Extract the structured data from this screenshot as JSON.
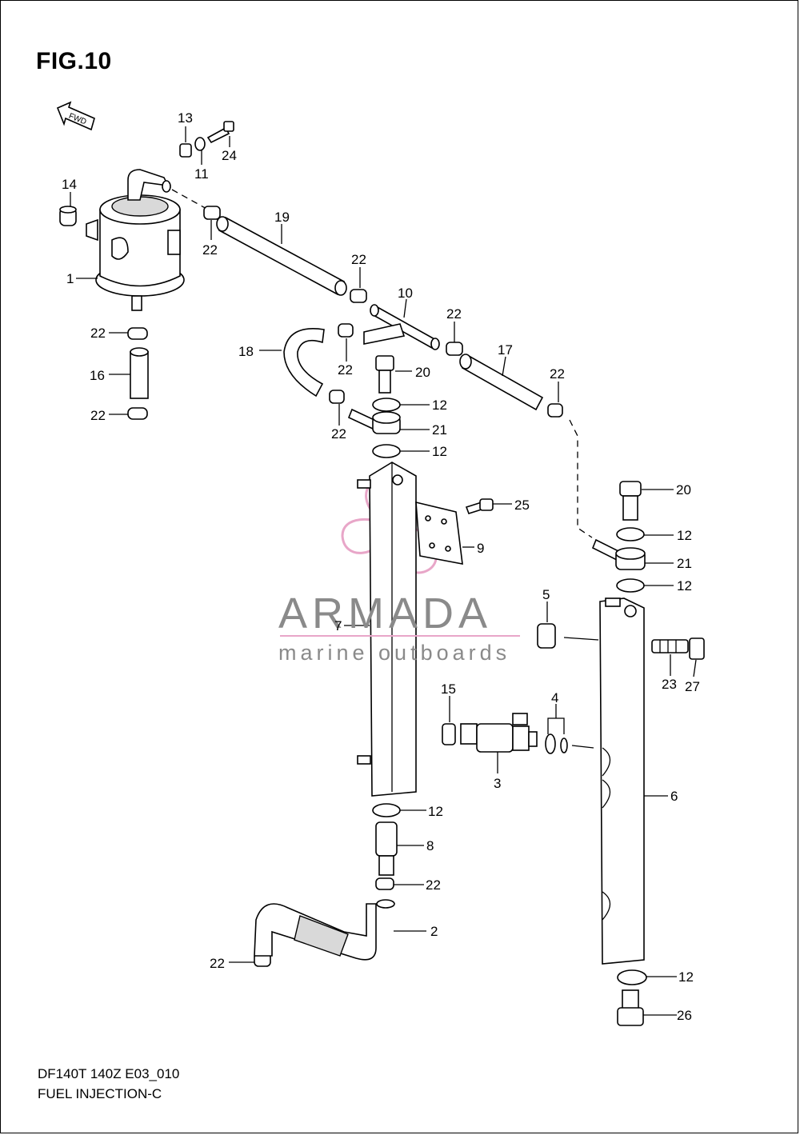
{
  "figure": {
    "title": "FIG.10",
    "model_code": "DF140T 140Z E03_010",
    "section_name": "FUEL INJECTION-C"
  },
  "direction_arrow": "FWD",
  "watermark": {
    "brand": "ARMADA",
    "tagline": "marine outboards",
    "logo_color": "#e8a6c8",
    "text_color": "#8a8a8a"
  },
  "callouts": {
    "p1": "1",
    "p2": "2",
    "p3": "3",
    "p4": "4",
    "p5": "5",
    "p6": "6",
    "p7": "7",
    "p8": "8",
    "p9": "9",
    "p10": "10",
    "p11": "11",
    "p12a": "12",
    "p12b": "12",
    "p12c": "12",
    "p12d": "12",
    "p12e": "12",
    "p12f": "12",
    "p13": "13",
    "p14": "14",
    "p15": "15",
    "p16": "16",
    "p17": "17",
    "p18": "18",
    "p19": "19",
    "p20a": "20",
    "p20b": "20",
    "p21a": "21",
    "p21b": "21",
    "p22a": "22",
    "p22b": "22",
    "p22c": "22",
    "p22d": "22",
    "p22e": "22",
    "p22f": "22",
    "p22g": "22",
    "p22h": "22",
    "p22i": "22",
    "p22j": "22",
    "p23": "23",
    "p24": "24",
    "p25": "25",
    "p26": "26",
    "p27": "27"
  }
}
